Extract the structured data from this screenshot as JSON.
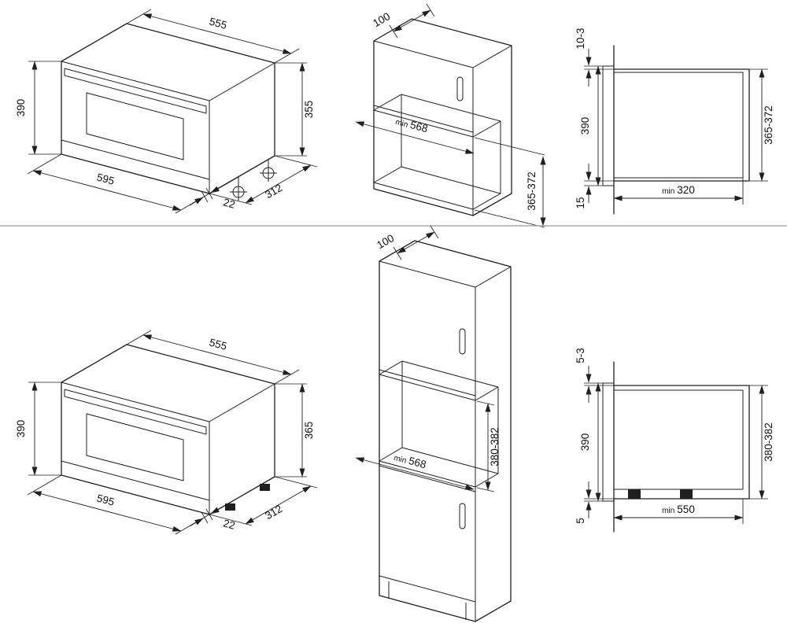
{
  "colors": {
    "line": "#1f1f1f",
    "text": "#101010",
    "divider": "#a8a8a8",
    "bg": "#ffffff"
  },
  "panels": {
    "top_oven": {
      "width_top": "555",
      "height_left": "390",
      "height_right": "355",
      "width_bottom": "595",
      "depth": "312",
      "door_overlap": "22"
    },
    "top_cabinet": {
      "top_depth": "100",
      "min_label": "min",
      "niche_width": "568",
      "niche_height": "365-372"
    },
    "top_section": {
      "top_gap": "10-3",
      "oven_height": "390",
      "niche_height": "365-372",
      "bottom_gap": "15",
      "min_label": "min",
      "min_depth": "320"
    },
    "bottom_oven": {
      "width_top": "555",
      "height_left": "390",
      "height_right": "365",
      "width_bottom": "595",
      "depth": "312",
      "door_overlap": "22"
    },
    "bottom_cabinet": {
      "top_depth": "100",
      "min_label": "min",
      "niche_width": "568",
      "niche_height": "380-382"
    },
    "bottom_section": {
      "top_gap": "5-3",
      "oven_height": "390",
      "niche_height": "380-382",
      "bottom_gap": "5",
      "min_label": "min",
      "min_depth": "550"
    }
  }
}
